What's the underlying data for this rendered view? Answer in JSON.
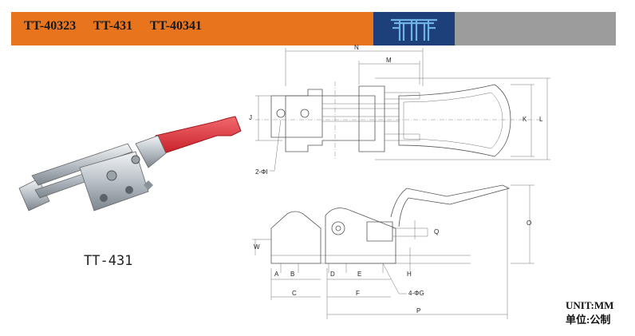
{
  "header": {
    "models": [
      "TT-40323",
      "TT-431",
      "TT-40341"
    ],
    "colors": {
      "orange": "#e8741e",
      "logo_bg": "#1d3f7a",
      "gray": "#9c9c9c"
    },
    "logo_icon": "brand-logo-icon"
  },
  "photo": {
    "caption": "TT-431",
    "handle_color": "#e8333a"
  },
  "drawing": {
    "labels": {
      "N": "N",
      "M": "M",
      "J": "J",
      "K": "K",
      "L": "L",
      "hole_top": "2-ΦI",
      "O": "O",
      "Q": "Q",
      "W": "W",
      "A": "A",
      "B": "B",
      "C": "C",
      "D": "D",
      "E": "E",
      "F": "F",
      "H": "H",
      "P": "P",
      "hole_bottom": "4-ΦG"
    }
  },
  "unit": {
    "line1": "UNIT:MM",
    "line2": "单位:公制"
  }
}
